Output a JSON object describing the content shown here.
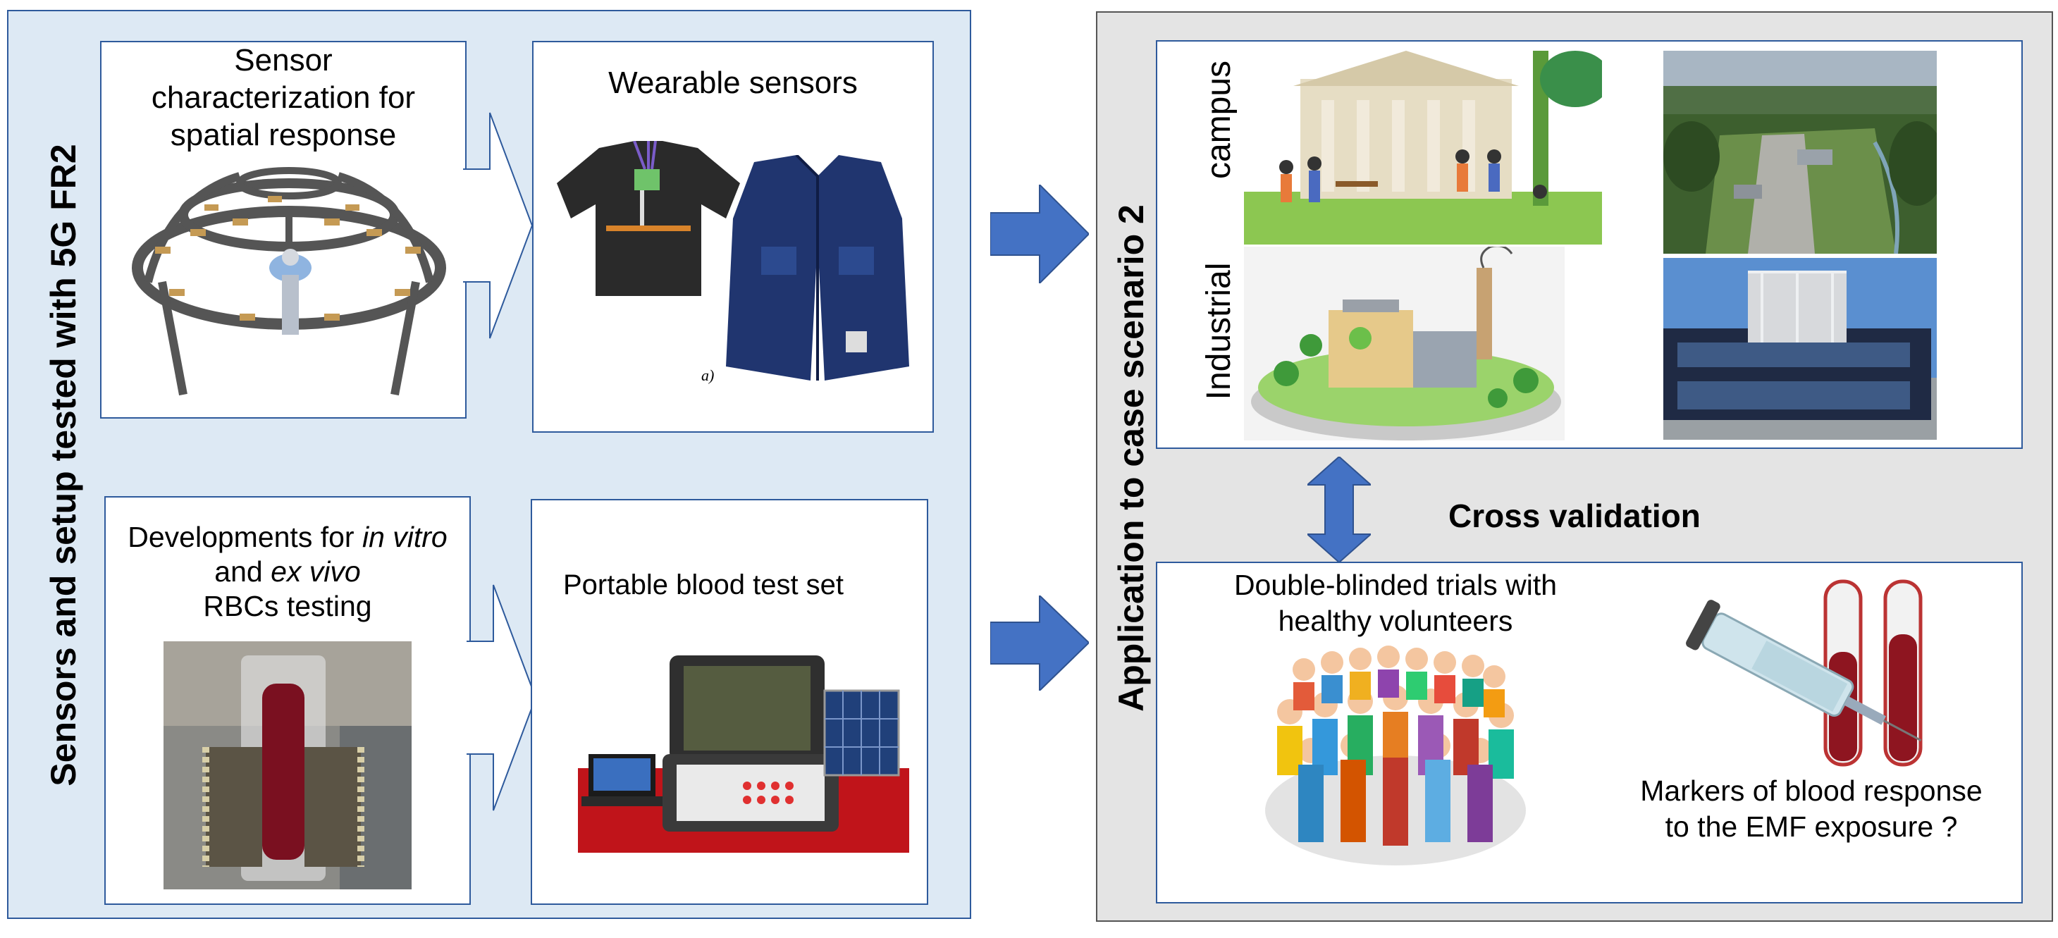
{
  "left_panel": {
    "vertical_title": "Sensors and setup tested with 5G FR2",
    "sensor_box": {
      "title_line1": "Sensor",
      "title_line2": "characterization for",
      "title_line3": "spatial response"
    },
    "wearable_box": {
      "title": "Wearable sensors",
      "figure_label": "a)"
    },
    "dev_box": {
      "line1_prefix": "Developments for ",
      "line1_italic": "in vitro",
      "line2_prefix": "and ",
      "line2_italic": "ex vivo",
      "line3": "RBCs testing"
    },
    "blood_box": {
      "title": "Portable blood test set"
    }
  },
  "right_panel": {
    "vertical_title": "Application to case scenario 2",
    "scenario_box": {
      "label_campus": "campus",
      "label_industrial": "Industrial"
    },
    "cross_validation": "Cross validation",
    "trials_box": {
      "title_line1": "Double-blinded trials with",
      "title_line2": "healthy volunteers",
      "markers_line1": "Markers of blood response",
      "markers_line2": "to the EMF exposure ?"
    }
  },
  "colors": {
    "arrow_blue": "#4472c4",
    "panel_left_bg": "#dde9f4",
    "panel_right_bg": "#e4e4e4",
    "box_border": "#2e5a9c"
  }
}
